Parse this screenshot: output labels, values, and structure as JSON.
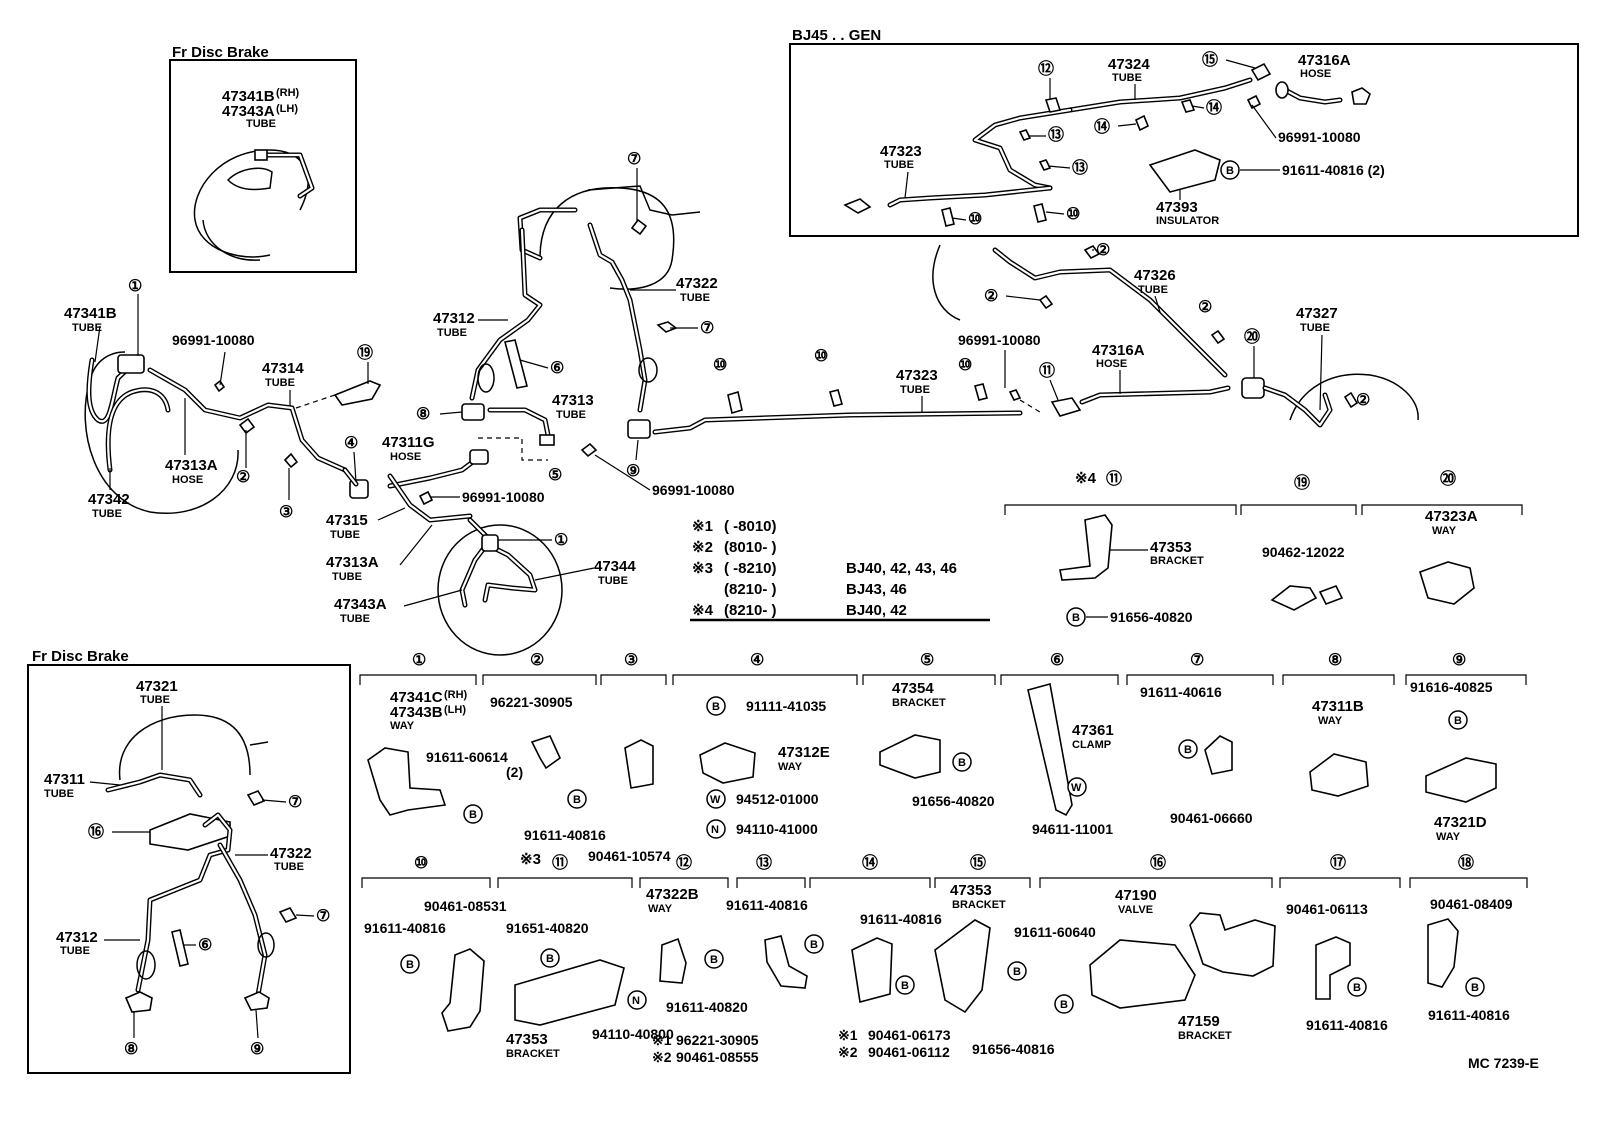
{
  "panels": {
    "fr_disc_top": "Fr Disc Brake",
    "fr_disc_bottom": "Fr Disc Brake",
    "bj45_gen": "BJ45 . . GEN",
    "footer_code": "MC  7239-E"
  },
  "ref_marks": [
    "①",
    "②",
    "③",
    "④",
    "⑤",
    "⑥",
    "⑦",
    "⑧",
    "⑨",
    "⑩",
    "⑪",
    "⑫",
    "⑬",
    "⑭",
    "⑮",
    "⑯",
    "⑰",
    "⑱",
    "⑲",
    "⑳"
  ],
  "circle_letters": {
    "b": "B",
    "w": "W",
    "n": "N"
  },
  "top_disc": {
    "pn1": "47341B",
    "pn1_sfx": "(RH)",
    "pn2": "47343A",
    "pn2_sfx": "(LH)",
    "type": "TUBE"
  },
  "main": {
    "p47341B": "47341B",
    "p47341B_t": "TUBE",
    "p96991_left": "96991-10080",
    "p47314": "47314",
    "p47314_t": "TUBE",
    "p47313A_left": "47313A",
    "p47313A_left_t": "HOSE",
    "p47342": "47342",
    "p47342_t": "TUBE",
    "p47312": "47312",
    "p47312_t": "TUBE",
    "p47322": "47322",
    "p47322_t": "TUBE",
    "p47313": "47313",
    "p47313_t": "TUBE",
    "p47311G": "47311G",
    "p47311G_t": "HOSE",
    "p96991_mid": "96991-10080",
    "p96991_mid2": "96991-10080",
    "p47315": "47315",
    "p47315_t": "TUBE",
    "p47313A_mid": "47313A",
    "p47313A_mid_t": "TUBE",
    "p47343A": "47343A",
    "p47343A_t": "TUBE",
    "p47344": "47344",
    "p47344_t": "TUBE",
    "p47323": "47323",
    "p47323_t": "TUBE",
    "p96991_right": "96991-10080",
    "p47316A": "47316A",
    "p47316A_t": "HOSE",
    "p47326": "47326",
    "p47326_t": "TUBE",
    "p47327": "47327",
    "p47327_t": "TUBE"
  },
  "bj45": {
    "p47324": "47324",
    "p47324_t": "TUBE",
    "p47316A": "47316A",
    "p47316A_t": "HOSE",
    "p96991": "96991-10080",
    "p47323": "47323",
    "p47323_t": "TUBE",
    "p91611": "91611-40816 (2)",
    "p47393": "47393",
    "p47393_t": "INSULATOR"
  },
  "notes": [
    {
      "mark": "※1",
      "range": "(         -8010)",
      "models": ""
    },
    {
      "mark": "※2",
      "range": "(8010-         )",
      "models": ""
    },
    {
      "mark": "※3",
      "range": "(         -8210)",
      "models": "BJ40, 42, 43, 46"
    },
    {
      "mark": "",
      "range": "(8210-         )",
      "models": "BJ43, 46"
    },
    {
      "mark": "※4",
      "range": "(8210-         )",
      "models": "BJ40, 42"
    }
  ],
  "details_row1": {
    "mark11": "※4",
    "d11_pn": "47353",
    "d11_t": "BRACKET",
    "d11_b": "91656-40820",
    "d19_pn": "90462-12022",
    "d20_pn": "47323A",
    "d20_t": "WAY"
  },
  "details_row2": {
    "d1_pn1": "47341C",
    "d1_s1": "(RH)",
    "d1_pn2": "47343B",
    "d1_s2": "(LH)",
    "d1_t": "WAY",
    "d1_b": "91611-60614",
    "d1_q": "(2)",
    "d2_pn": "96221-30905",
    "d2_b": "91611-40816",
    "d3_pn": "90461-10574",
    "d4_b": "91111-41035",
    "d4_pn": "47312E",
    "d4_t": "WAY",
    "d4_w": "94512-01000",
    "d4_n": "94110-41000",
    "d5_pn": "47354",
    "d5_t": "BRACKET",
    "d5_b": "91656-40820",
    "d6_pn": "47361",
    "d6_t": "CLAMP",
    "d6_w": "94611-11001",
    "d7_pn": "91611-40616",
    "d7_pn2": "90461-06660",
    "d8_pn": "47311B",
    "d8_t": "WAY",
    "d9_pn": "91616-40825",
    "d9_pn2": "47321D",
    "d9_t": "WAY"
  },
  "details_row3": {
    "d10_pn": "90461-08531",
    "d10_b": "91611-40816",
    "mark11": "※3",
    "d11_b": "91651-40820",
    "d11_pn": "47353",
    "d11_t": "BRACKET",
    "d11_n": "94110-40800",
    "d12_pn": "47322B",
    "d12_t": "WAY",
    "d12_b": "91611-40820",
    "d12_n1m": "※1",
    "d12_n1": "96221-30905",
    "d12_n2m": "※2",
    "d12_n2": "90461-08555",
    "d13_pn": "91611-40816",
    "d14_pn": "91611-40816",
    "d14_n1m": "※1",
    "d14_n1": "90461-06173",
    "d14_n2m": "※2",
    "d14_n2": "90461-06112",
    "d15_pn": "47353",
    "d15_t": "BRACKET",
    "d15_b": "91656-40816",
    "d16_b": "91611-60640",
    "d16_pn": "47190",
    "d16_t": "VALVE",
    "d16_pn2": "47159",
    "d16_t2": "BRACKET",
    "d17_pn": "90461-06113",
    "d17_b": "91611-40816",
    "d18_pn": "90461-08409",
    "d18_b": "91611-40816"
  },
  "bottom_disc": {
    "p47321": "47321",
    "p47321_t": "TUBE",
    "p47311": "47311",
    "p47311_t": "TUBE",
    "p47322": "47322",
    "p47322_t": "TUBE",
    "p47312": "47312",
    "p47312_t": "TUBE"
  }
}
